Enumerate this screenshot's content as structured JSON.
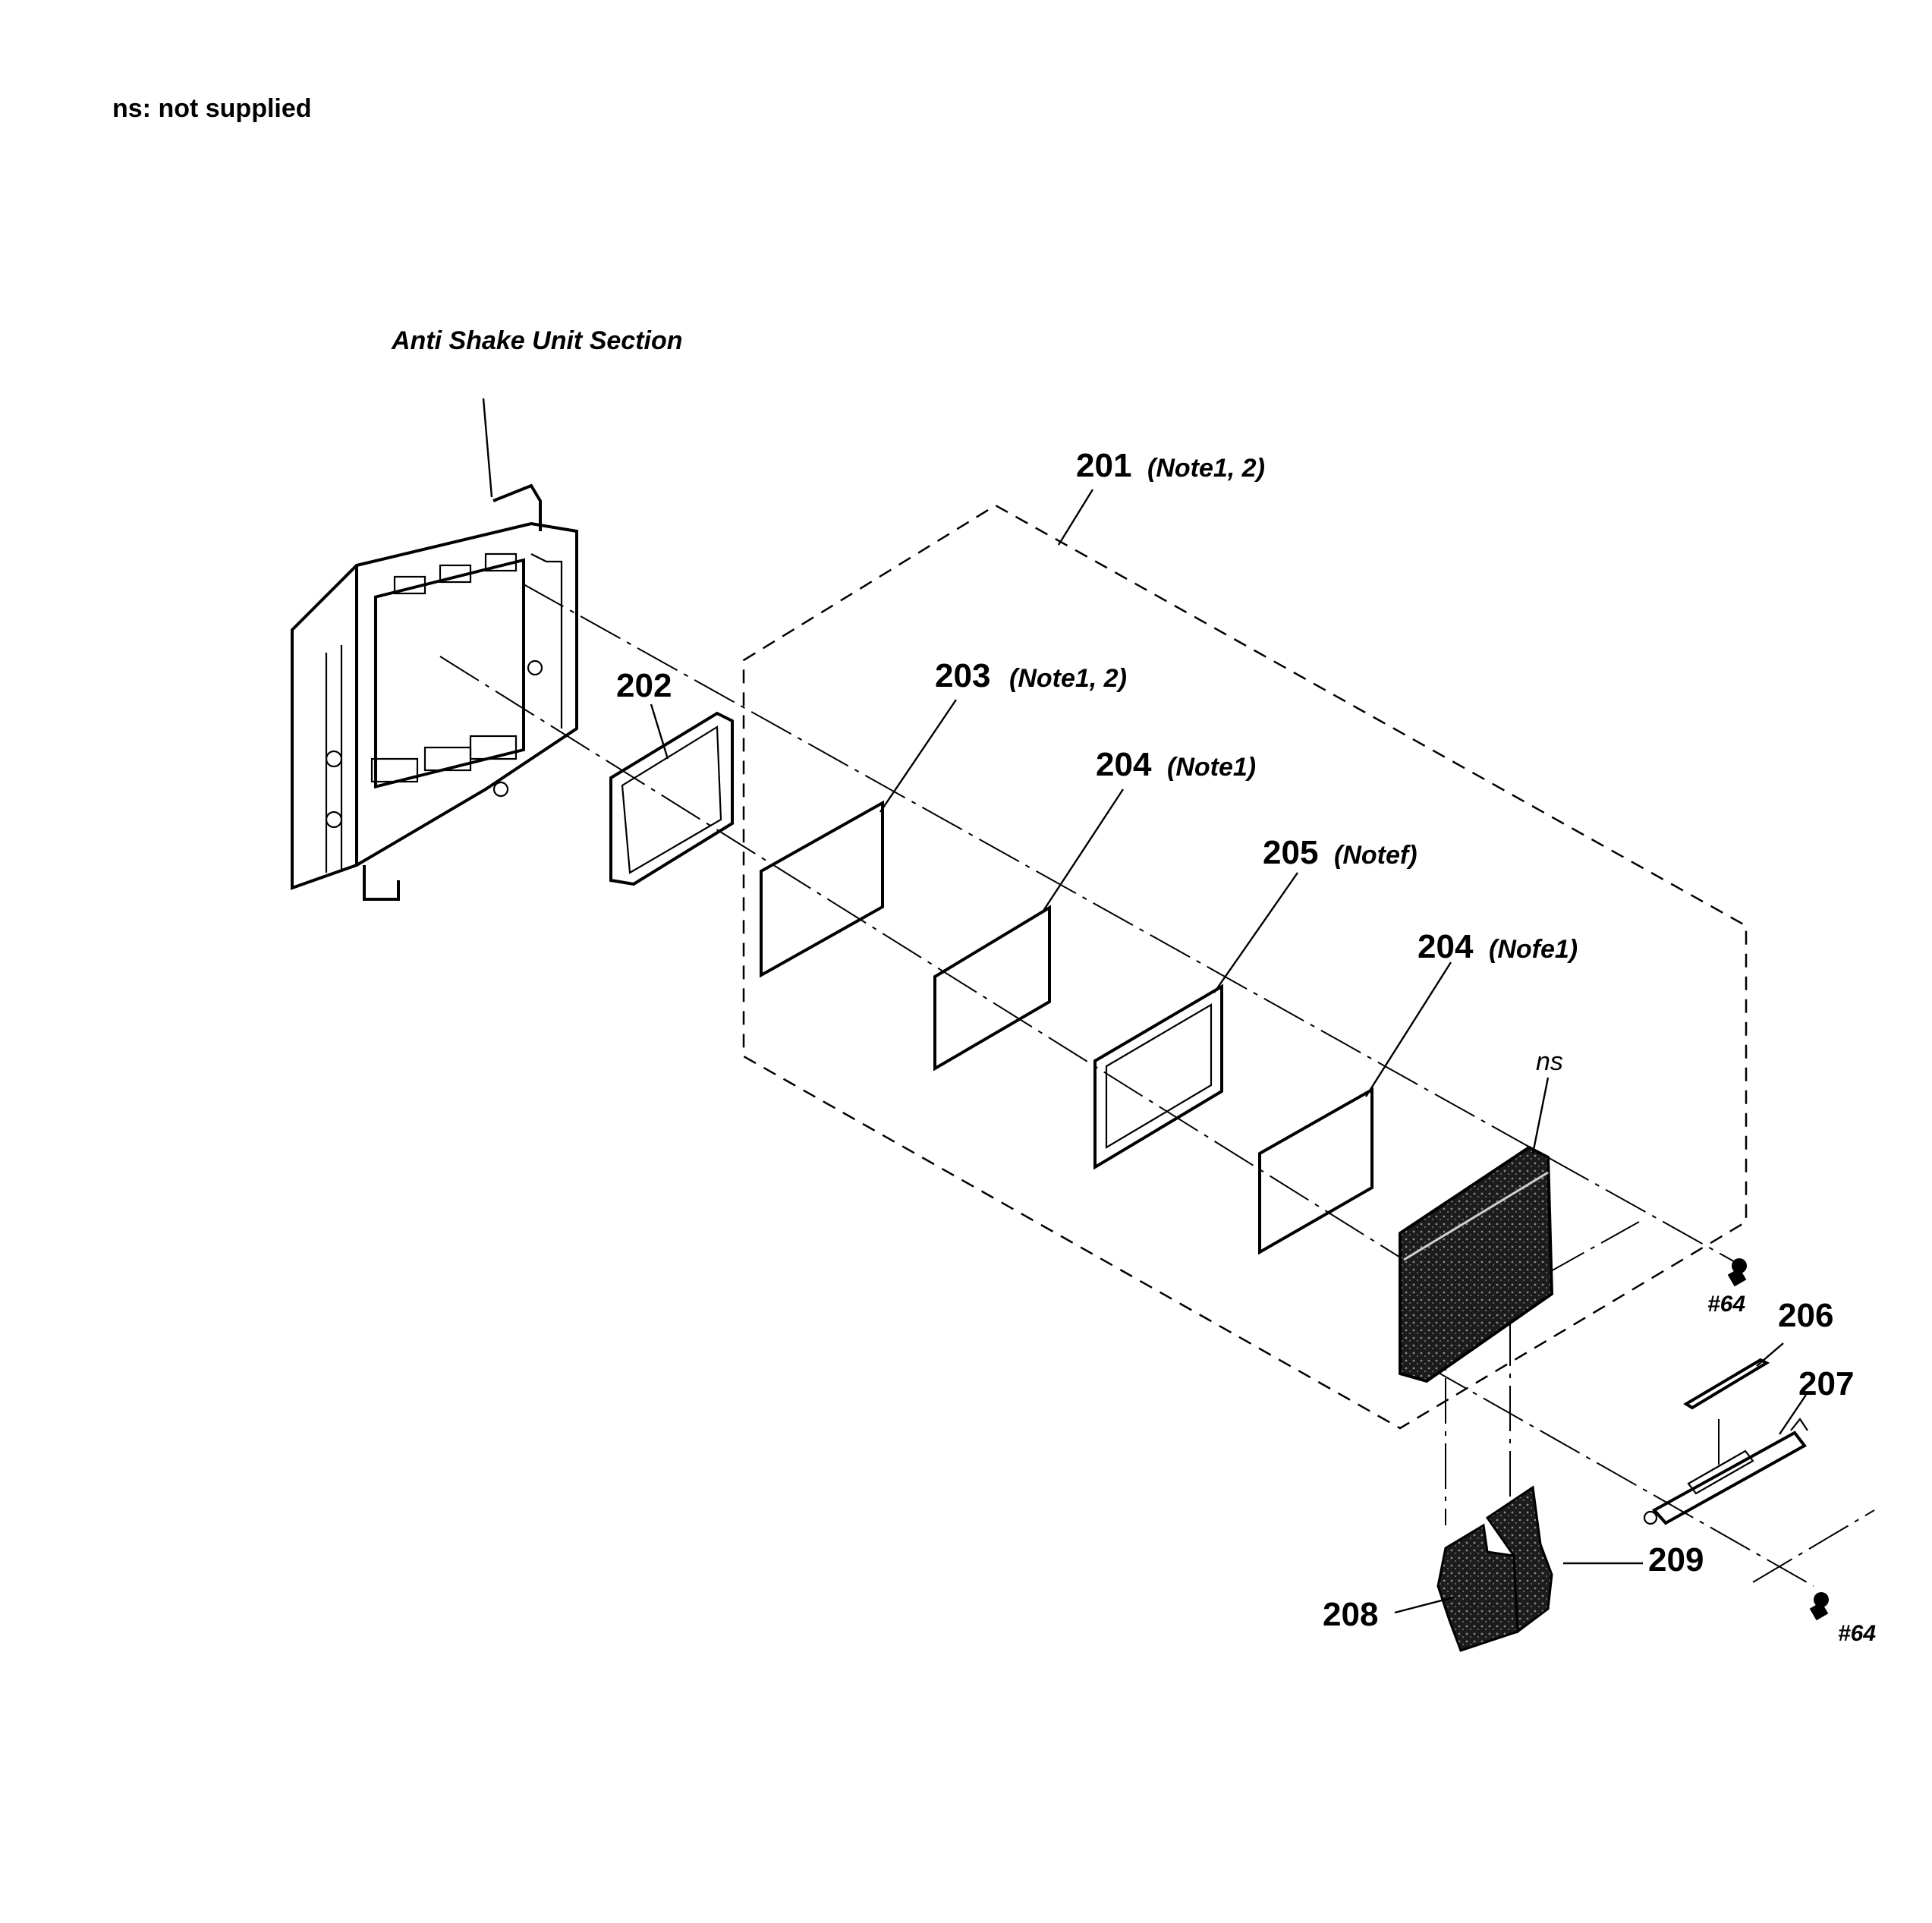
{
  "legend": "ns: not supplied",
  "section_label": "Anti Shake Unit Section",
  "not_supplied_tag": "ns",
  "parts": [
    {
      "id": "201",
      "note": "(Note1, 2)"
    },
    {
      "id": "202",
      "note": ""
    },
    {
      "id": "203",
      "note": "(Note1, 2)"
    },
    {
      "id": "204a",
      "label": "204",
      "note": "(Note1)"
    },
    {
      "id": "205",
      "note": "(Notef)"
    },
    {
      "id": "204b",
      "label": "204",
      "note": "(Nofe1)"
    },
    {
      "id": "206",
      "note": ""
    },
    {
      "id": "207",
      "note": ""
    },
    {
      "id": "208",
      "note": ""
    },
    {
      "id": "209",
      "note": ""
    }
  ],
  "screws": [
    {
      "label": "#64"
    },
    {
      "label": "#64"
    }
  ],
  "colors": {
    "ink": "#000000",
    "paper": "#ffffff",
    "texture": "#3a3a3a"
  }
}
